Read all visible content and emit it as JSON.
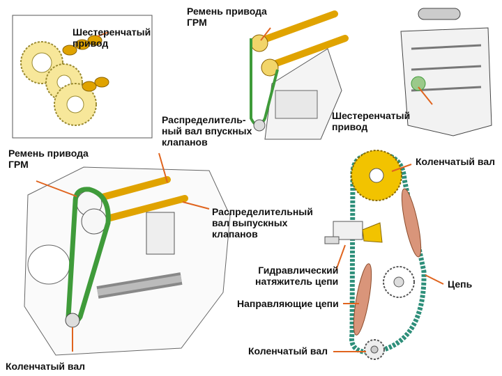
{
  "labels": {
    "gear_drive_inset": "Шестеренчатый\nпривод",
    "timing_belt_top": "Ремень привода\nГРМ",
    "gear_drive_engine": "Шестеренчатый\nпривод",
    "intake_camshaft": "Распределитель-\nный вал впускных\nклапанов",
    "timing_belt_left": "Ремень привода\nГРМ",
    "exhaust_camshaft": "Распределительный\nвал выпускных\nклапанов",
    "crankshaft_bottom_left": "Коленчатый вал",
    "crankshaft_top_right": "Коленчатый вал",
    "hydraulic_tensioner": "Гидравлический\nнатяжитель цепи",
    "chain": "Цепь",
    "chain_guides": "Направляющие цепи",
    "crankshaft_sprocket": "Коленчатый вал"
  },
  "colors": {
    "belt": "#3f9b3a",
    "chain": "#2e8f7a",
    "gear_yellow": "#f2c300",
    "cam_lobe": "#e0a300",
    "arrow": "#e0641e",
    "guide": "#d9957a",
    "line": "#333333"
  }
}
